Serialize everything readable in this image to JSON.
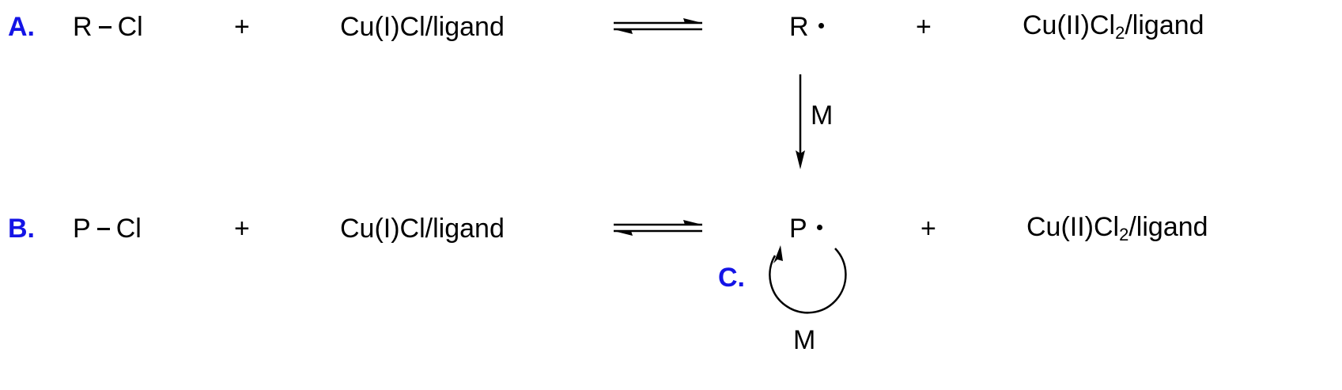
{
  "scheme": {
    "colors": {
      "label": "#1414e6",
      "text": "#000000"
    },
    "row_a": {
      "label": "A.",
      "reactant_r": "R",
      "reactant_x": "Cl",
      "plus_1": "+",
      "catalyst": "Cu(I)Cl/ligand",
      "radical": "R",
      "plus_2": "+",
      "deactivator_pre": "Cu(II)Cl",
      "deactivator_sub": "2",
      "deactivator_post": "/ligand"
    },
    "propagation": {
      "monomer": "M"
    },
    "row_b": {
      "label": "B.",
      "reactant_r": "P",
      "reactant_x": "Cl",
      "plus_1": "+",
      "catalyst": "Cu(I)Cl/ligand",
      "radical": "P",
      "plus_2": "+",
      "deactivator_pre": "Cu(II)Cl",
      "deactivator_sub": "2",
      "deactivator_post": "/ligand"
    },
    "cycle": {
      "label": "C.",
      "monomer": "M"
    }
  }
}
